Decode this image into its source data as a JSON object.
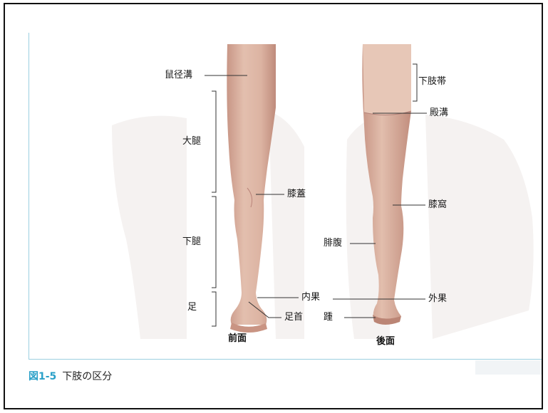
{
  "figure": {
    "caption_number": "図1-5",
    "caption_text": "下肢の区分"
  },
  "front_view": {
    "title": "前面",
    "labels": {
      "groin": "鼠径溝",
      "thigh": "大腿",
      "knee": "膝蓋",
      "lower_leg": "下腿",
      "foot": "足",
      "ankle": "足首"
    }
  },
  "back_view": {
    "title": "後面",
    "labels": {
      "pelvic_girdle": "下肢帯",
      "gluteal_fold": "殿溝",
      "popliteal": "膝窩",
      "calf": "腓腹",
      "lateral_malleolus": "外果",
      "heel": "踵"
    }
  },
  "shared_labels": {
    "medial_malleolus": "内果"
  },
  "colors": {
    "skin": "#d9b0a0",
    "skin_shadow": "#c69585",
    "accent": "#2aa0c8",
    "torso_ghost": "#f4f1f0",
    "leader": "#333333"
  }
}
